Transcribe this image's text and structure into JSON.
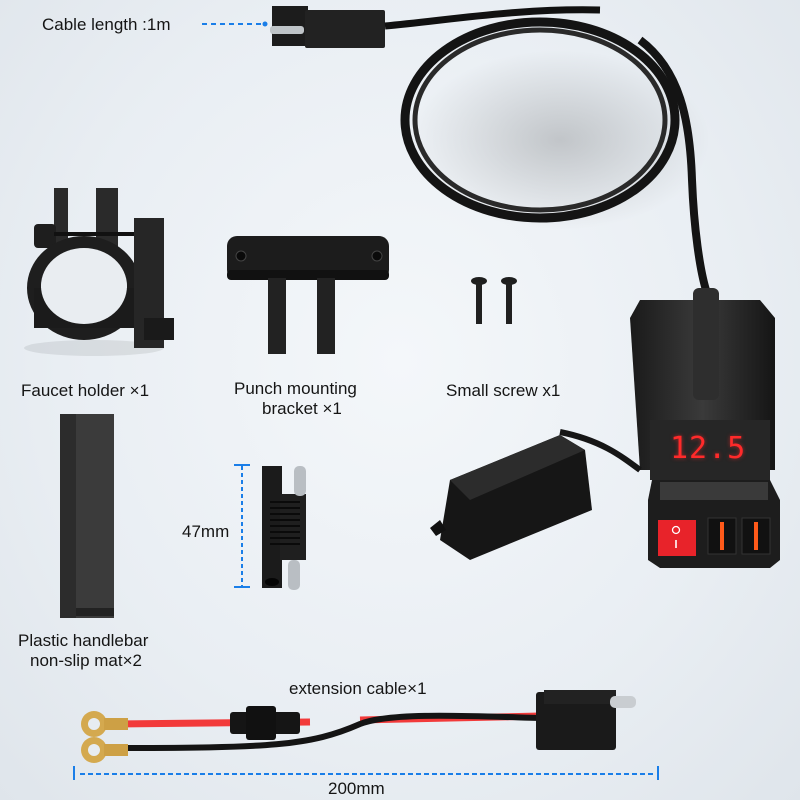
{
  "image": {
    "description": "Motorcycle dual USB charger kit with voltmeter, components laid out on light background"
  },
  "labels": {
    "cable_length": "Cable length :1m",
    "faucet_holder": "Faucet holder ×1",
    "punch_bracket_line1": "Punch mounting",
    "punch_bracket_line2": "bracket ×1",
    "small_screw": "Small screw x1",
    "mat_line1": "Plastic handlebar",
    "mat_line2": "non-slip mat×2",
    "connector_dimension": "47mm",
    "extension_cable": "extension cable×1",
    "extension_dimension": "200mm"
  },
  "device": {
    "voltage_display": "12.5",
    "display_color": "#ff2a2a",
    "switch_color": "#e8232a",
    "usb_port_color": "#ff5a1a"
  },
  "colors": {
    "dimension_line": "#1a7ee8",
    "cable_red": "#f23a3a",
    "terminal_gold": "#d4a94f"
  }
}
